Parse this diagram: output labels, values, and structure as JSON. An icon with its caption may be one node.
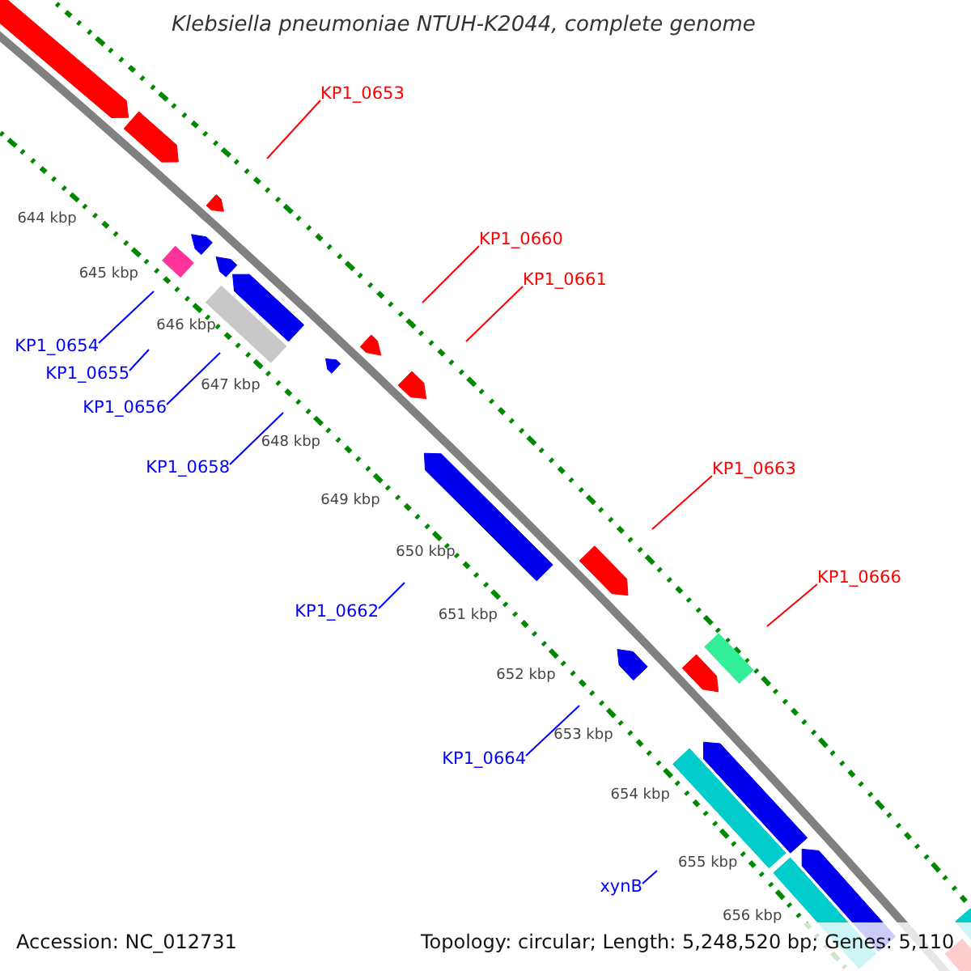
{
  "diagram": {
    "title": "Klebsiella pneumoniae NTUH-K2044, complete genome",
    "nodes": [
      {
        "text": [
          "KP1_0653"
        ]
      },
      {
        "text": [
          "KP1_0660"
        ]
      },
      {
        "text": [
          "KP1_0661"
        ]
      },
      {
        "text": [
          "KP1_0654"
        ]
      },
      {
        "text": [
          "KP1_0655"
        ]
      },
      {
        "text": [
          "KP1_0656"
        ]
      },
      {
        "text": [
          "KP1_0658"
        ]
      },
      {
        "text": [
          "KP1_0663"
        ]
      },
      {
        "text": [
          "KP1_0666"
        ]
      },
      {
        "text": [
          "KP1_0662"
        ]
      },
      {
        "text": [
          "KP1_0664"
        ]
      },
      {
        "text": [
          "xynB"
        ]
      }
    ],
    "edges": [
      {
        "from": 0,
        "to": null,
        "arrow": "none",
        "color": "#ff0000"
      },
      {
        "from": 1,
        "to": null,
        "arrow": "none",
        "color": "#ff0000"
      },
      {
        "from": 2,
        "to": null,
        "arrow": "none",
        "color": "#ff0000"
      },
      {
        "from": 3,
        "to": null,
        "arrow": "none"
      },
      {
        "from": 4,
        "to": null,
        "arrow": "none"
      },
      {
        "from": 5,
        "to": null,
        "arrow": "none"
      },
      {
        "from": 6,
        "to": null,
        "arrow": "none"
      },
      {
        "from": 7,
        "to": null,
        "arrow": "none",
        "color": "#ff0000"
      },
      {
        "from": 8,
        "to": null,
        "arrow": "none",
        "color": "#ff0000"
      },
      {
        "from": 9,
        "to": null,
        "arrow": "none"
      },
      {
        "from": 10,
        "to": null,
        "arrow": "none"
      },
      {
        "from": 11,
        "to": null,
        "arrow": "none"
      }
    ],
    "labels": [
      "644 kbp",
      "645 kbp",
      "646 kbp",
      "647 kbp",
      "648 kbp",
      "649 kbp",
      "650 kbp",
      "651 kbp",
      "652 kbp",
      "653 kbp",
      "654 kbp",
      "655 kbp",
      "656 kbp",
      "Accession: NC_012731",
      "Topology: circular; Length: 5,248,520 bp; Genes: 5,110"
    ]
  }
}
